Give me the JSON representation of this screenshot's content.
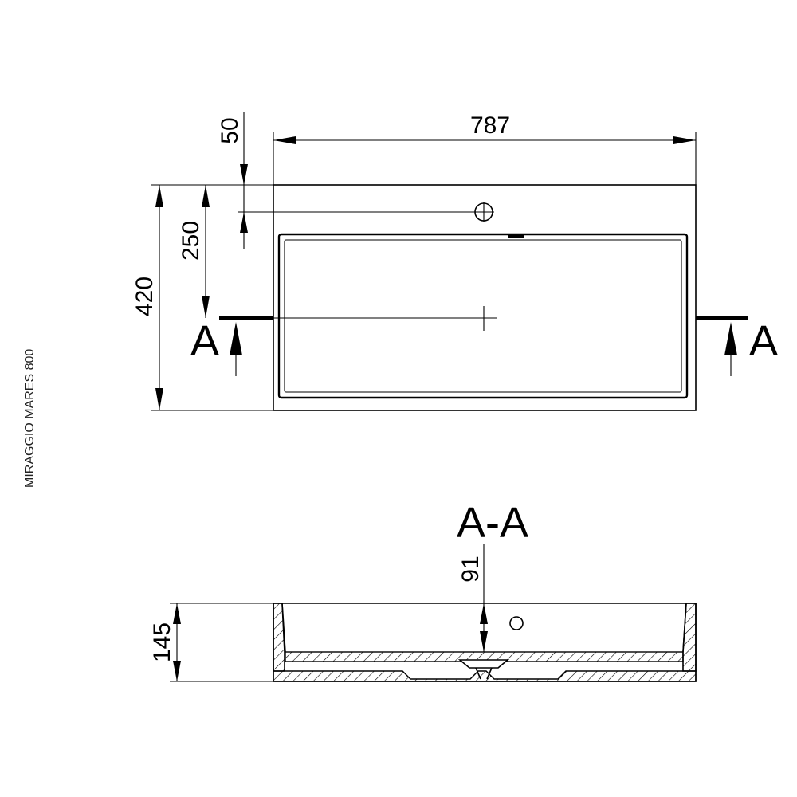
{
  "model_label": "MIRAGGIO MARES 800",
  "top_view": {
    "width_dim": "787",
    "depth_dim": "420",
    "tap_hole_offset_dim": "50",
    "center_offset_dim": "250",
    "section_marker_left": "A",
    "section_marker_right": "A"
  },
  "section_view": {
    "title": "A-A",
    "height_dim": "145",
    "bowl_depth_dim": "91"
  }
}
